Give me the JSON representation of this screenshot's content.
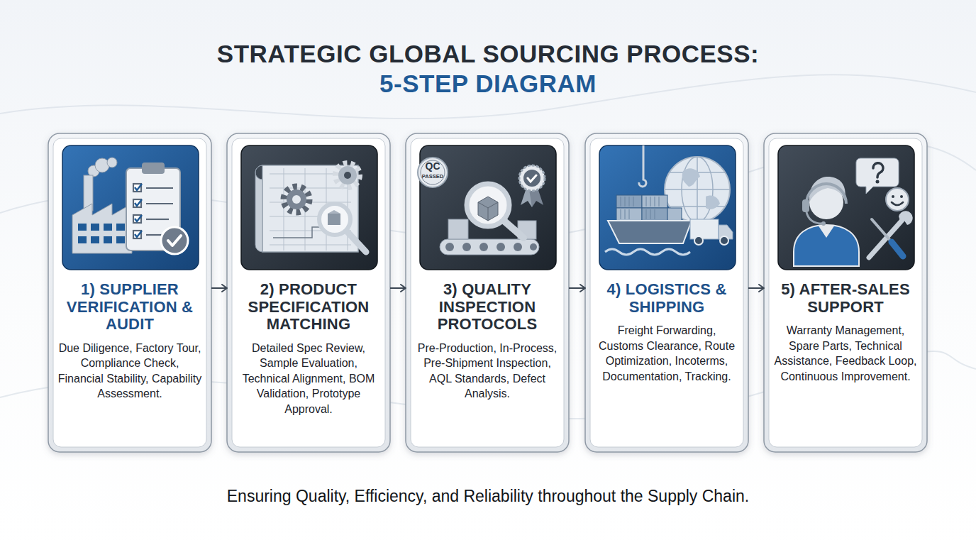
{
  "diagram": {
    "title": "STRATEGIC GLOBAL SOURCING PROCESS:",
    "caption": "Ensuring Quality, Efficiency, and Reliability throughout the Supply Chain.",
    "nodes": [
      {
        "text": [
          "1) SUPPLIER VERIFICATION & AUDIT",
          "Due Diligence, Factory Tour, Compliance Check, Financial Stability, Capability Assessment."
        ]
      },
      {
        "text": [
          "2) PRODUCT SPECIFICATION MATCHING",
          "Detailed Spec Review, Sample Evaluation, Technical Alignment, BOM Validation, Prototype Approval."
        ]
      },
      {
        "text": [
          "3) QUALITY INSPECTION PROTOCOLS",
          "Pre-Production, In-Process, Pre-Shipment Inspection, AQL Standards, Defect Analysis."
        ]
      },
      {
        "text": [
          "4) LOGISTICS & SHIPPING",
          "Freight Forwarding, Customs Clearance, Route Optimization, Incoterms, Documentation, Tracking."
        ]
      },
      {
        "text": [
          "5) AFTER-SALES SUPPORT",
          "Warranty Management, Spare Parts, Technical Assistance, Feedback Loop, Continuous Improvement."
        ]
      }
    ],
    "edges": [
      {
        "from": 0,
        "to": 1,
        "arrow": "to"
      },
      {
        "from": 1,
        "to": 2,
        "arrow": "to"
      },
      {
        "from": 2,
        "to": 3,
        "arrow": "to"
      },
      {
        "from": 3,
        "to": 4,
        "arrow": "to"
      }
    ],
    "labels": [
      "5-STEP DIAGRAM",
      "QC",
      "PASSED"
    ]
  }
}
